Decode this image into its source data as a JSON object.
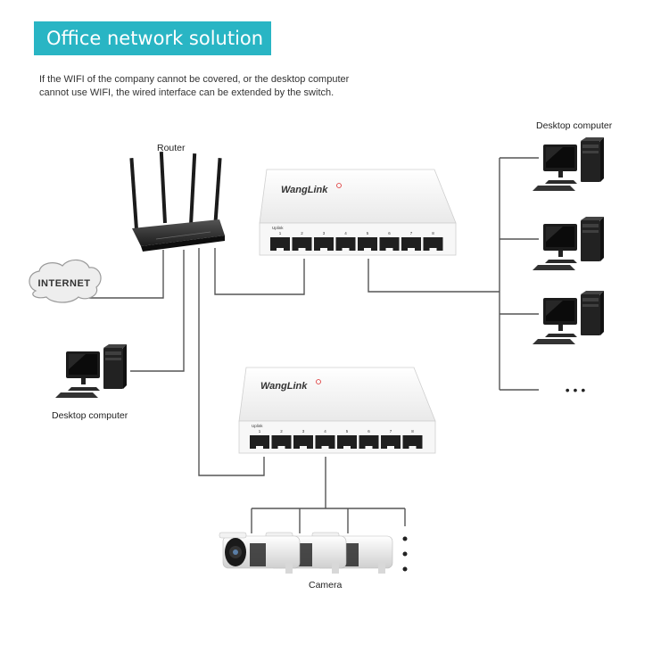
{
  "title": "Office network solution",
  "description_lines": [
    "If the WIFI of the company cannot be covered, or the desktop computer",
    "cannot use WIFI, the wired interface can be extended by the switch."
  ],
  "labels": {
    "router": "Router",
    "desktop_right": "Desktop computer",
    "desktop_left": "Desktop computer",
    "camera": "Camera"
  },
  "internet_text": "INTERNET",
  "switch": {
    "brand": "WangLink",
    "uplink": "Uplink",
    "ports": [
      "1",
      "2",
      "3",
      "4",
      "5",
      "6",
      "7",
      "8"
    ]
  },
  "ellipsis": "• • •",
  "colors": {
    "banner": "#29b5c4",
    "line": "#555555"
  }
}
